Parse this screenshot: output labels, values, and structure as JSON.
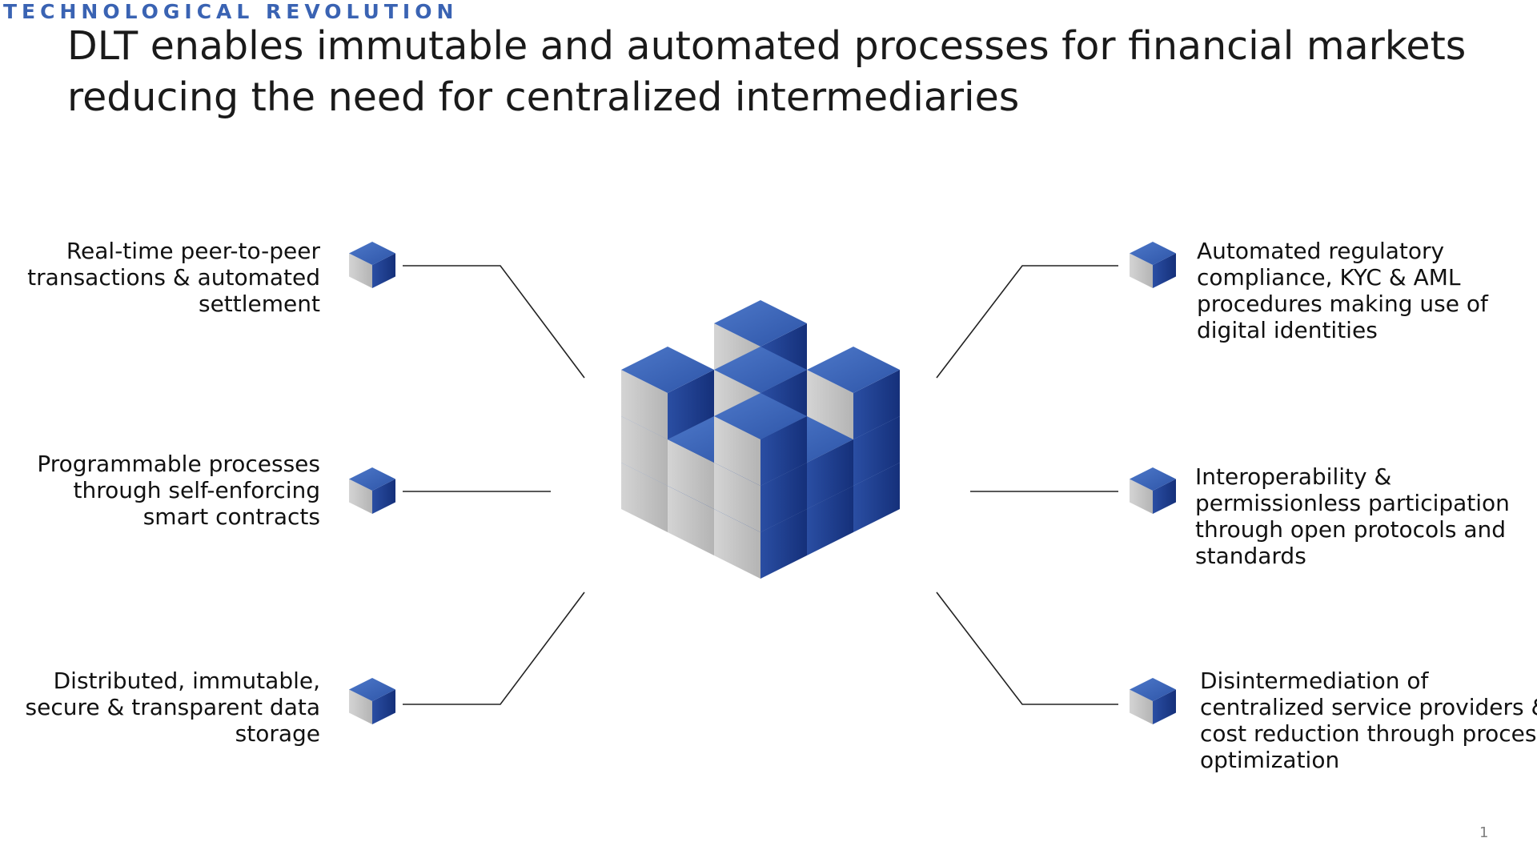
{
  "header": {
    "section": "TECHNOLOGICAL REVOLUTION",
    "title_lines": [
      "DLT enables immutable and automated processes for financial markets",
      "reducing the need for centralized intermediaries"
    ]
  },
  "features": [
    {
      "side": "left",
      "lines": [
        "Real-time peer-to-peer",
        "transactions & automated",
        "settlement"
      ]
    },
    {
      "side": "left",
      "lines": [
        "Programmable processes",
        "through self-enforcing",
        "smart contracts"
      ]
    },
    {
      "side": "left",
      "lines": [
        "Distributed, immutable,",
        "secure & transparent data",
        "storage"
      ]
    },
    {
      "side": "right",
      "lines": [
        "Automated regulatory",
        "compliance, KYC & AML",
        "procedures making use of",
        "digital identities"
      ]
    },
    {
      "side": "right",
      "lines": [
        "Interoperability &",
        "permissionless participation",
        "through open protocols and",
        "standards"
      ]
    },
    {
      "side": "right",
      "lines": [
        "Disintermediation of",
        "centralized service providers &",
        "cost reduction through process",
        "optimization"
      ]
    }
  ],
  "colors": {
    "cube_top": "#3a63b3",
    "cube_left": "#c8c8c8",
    "cube_right": "#1f3f8f",
    "connector": "#222222",
    "accent": "#3a63b3"
  },
  "page_number": "1"
}
